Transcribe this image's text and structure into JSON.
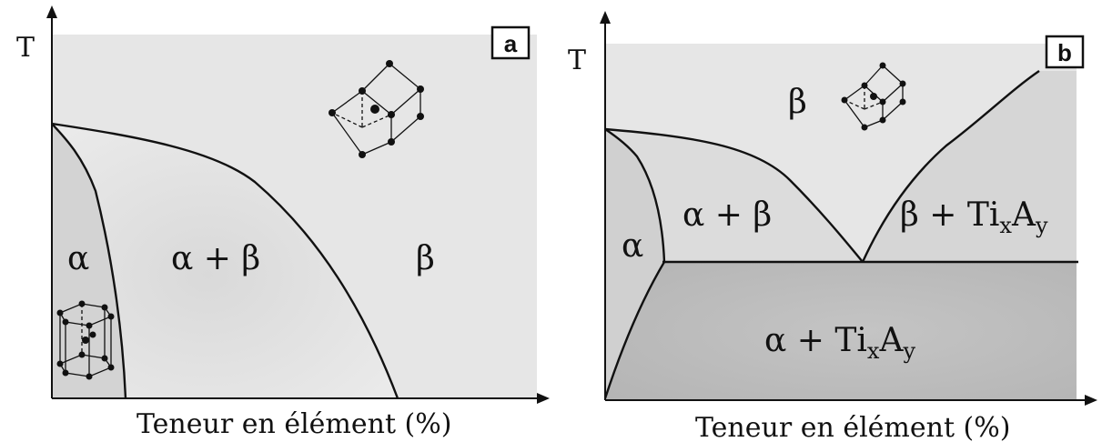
{
  "panels": [
    {
      "tag": "a",
      "y_axis_label": "T",
      "x_axis_label": "Teneur en élément (%)",
      "phases": {
        "alpha": "α",
        "alpha_beta": "α + β",
        "beta": "β"
      }
    },
    {
      "tag": "b",
      "y_axis_label": "T",
      "x_axis_label": "Teneur en élément (%)",
      "phases": {
        "beta": "β",
        "alpha_beta": "α + β",
        "beta_tixay": {
          "base": "β + Ti",
          "sub1": "x",
          "mid": "A",
          "sub2": "y"
        },
        "alpha": "α",
        "alpha_tixay": {
          "base": "α + Ti",
          "sub1": "x",
          "mid": "A",
          "sub2": "y"
        }
      }
    }
  ],
  "colors": {
    "region_light": "#e8e8e8",
    "region_mid": "#dedede",
    "region_dark": "#bdbdbd",
    "line": "#111111"
  }
}
